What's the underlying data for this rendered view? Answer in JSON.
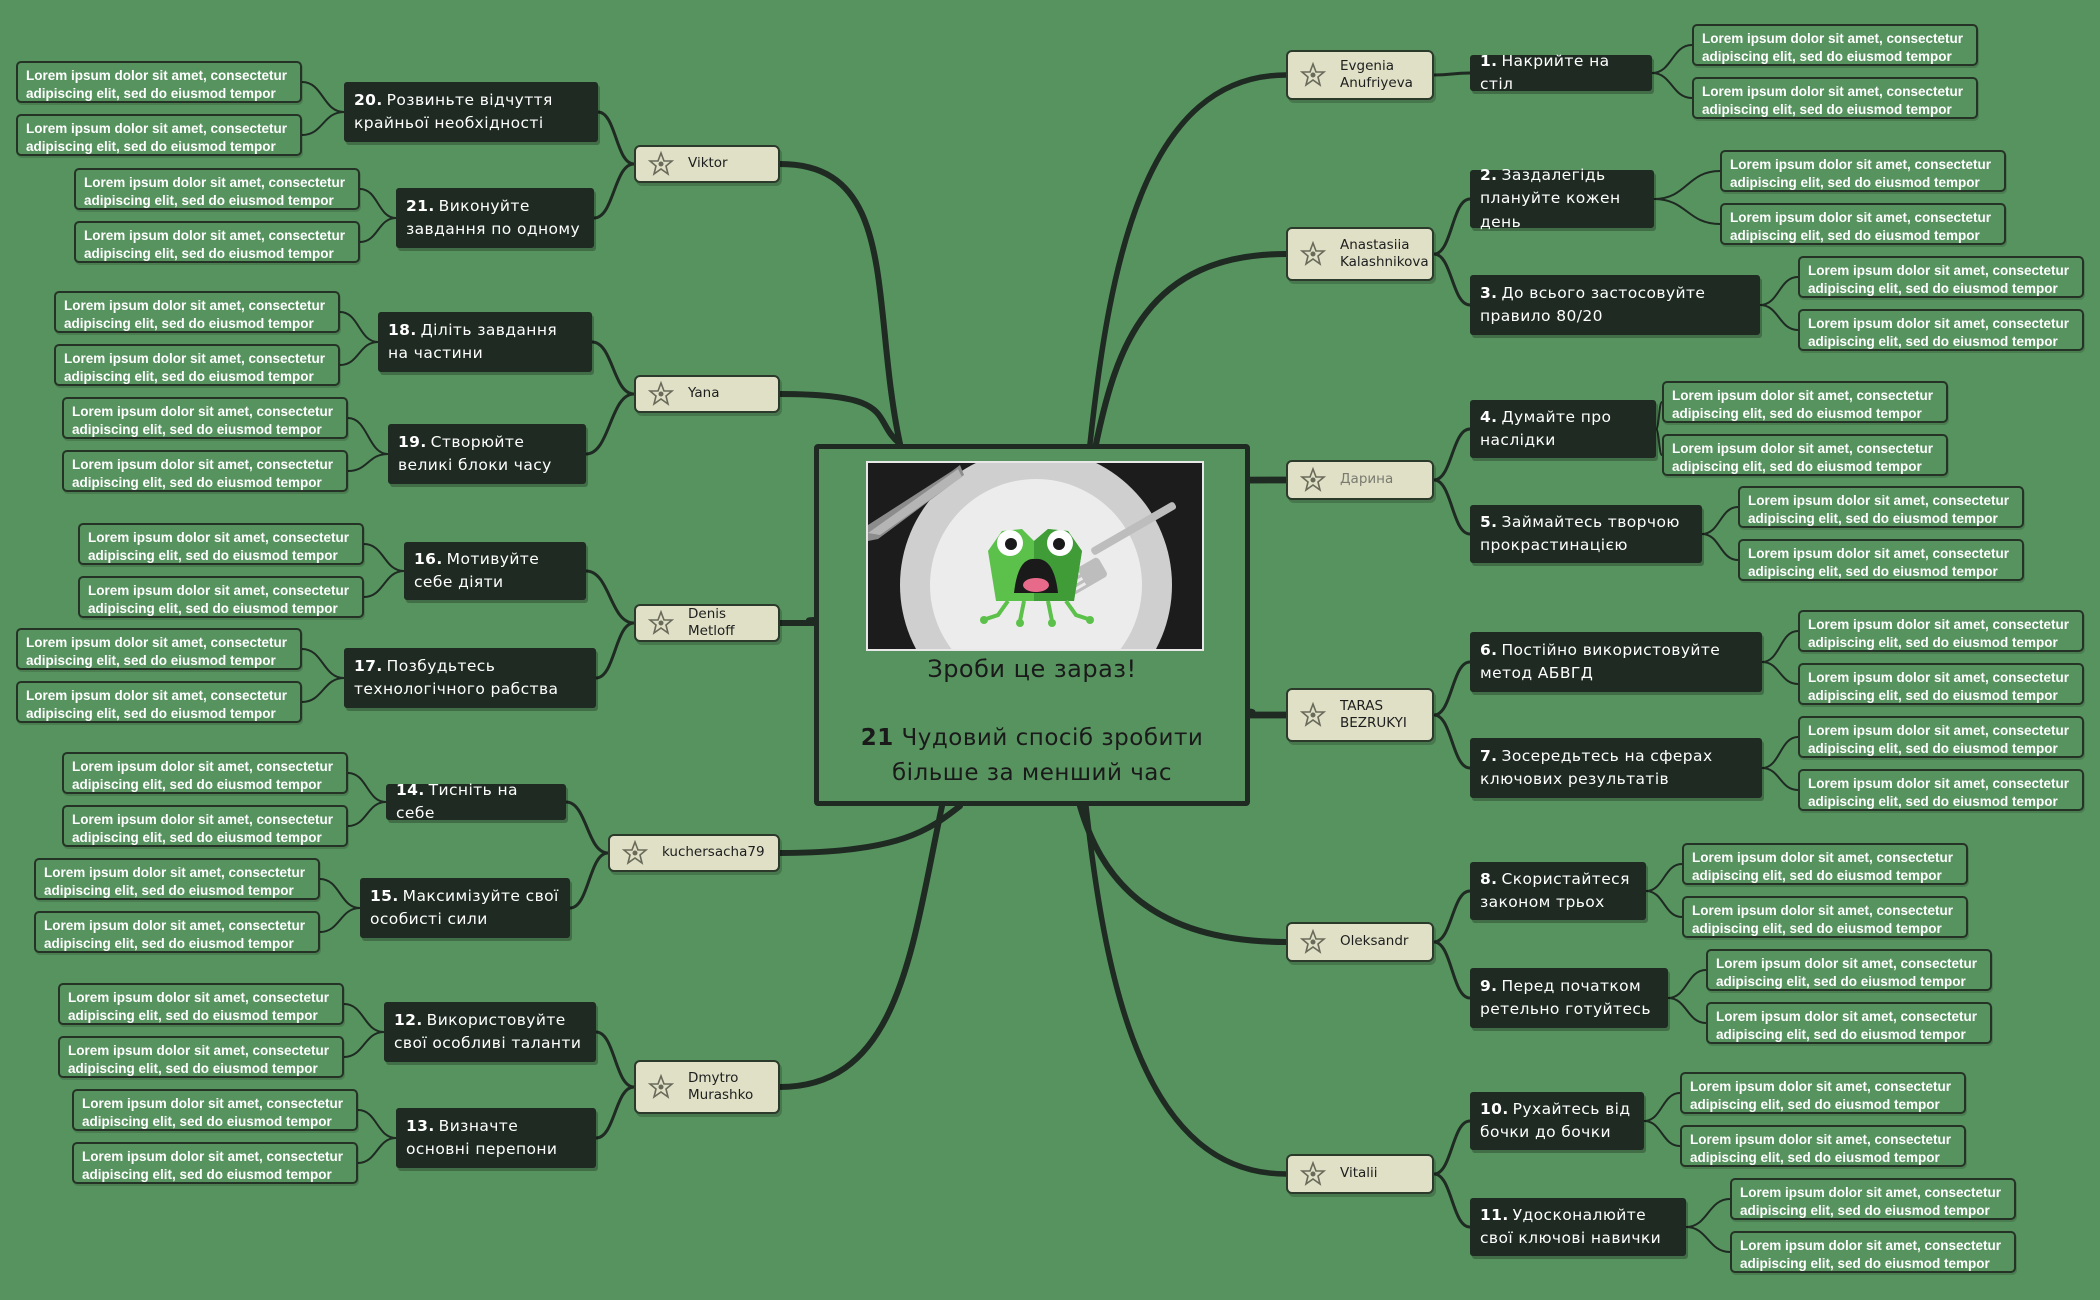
{
  "center": {
    "subtitle": "Зроби це зараз!",
    "title_number": "21",
    "title_text": "Чудовий спосіб зробити більше за менший час"
  },
  "leaf_text": "Lorem ipsum dolor sit amet, consectetur adipiscing elit, sed do eiusmod tempor",
  "colors": {
    "background": "#57935f",
    "tip_fill": "#1e2a22",
    "person_fill": "#dfe0c6",
    "line": "#1e2a22",
    "leaf_text": "#ffffff"
  },
  "people": [
    {
      "name": "Evgenia Anufriyeva",
      "side": "right",
      "icon": "star-icon"
    },
    {
      "name": "Anastasiia Kalashnikova",
      "side": "right",
      "icon": "star-icon"
    },
    {
      "name": "Дарина",
      "side": "right",
      "icon": "star-icon"
    },
    {
      "name": "TARAS BEZRUKYI",
      "side": "right",
      "icon": "star-icon"
    },
    {
      "name": "Oleksandr",
      "side": "right",
      "icon": "star-icon"
    },
    {
      "name": "Vitalii",
      "side": "right",
      "icon": "star-icon"
    },
    {
      "name": "Viktor",
      "side": "left",
      "icon": "star-icon"
    },
    {
      "name": "Yana",
      "side": "left",
      "icon": "star-icon"
    },
    {
      "name": "Denis Metloff",
      "side": "left",
      "icon": "star-icon"
    },
    {
      "name": "kuchersacha79",
      "side": "left",
      "icon": "star-icon"
    },
    {
      "name": "Dmytro Murashko",
      "side": "left",
      "icon": "star-icon"
    }
  ],
  "tips": [
    {
      "num": "1.",
      "text": "Накрийте на стіл"
    },
    {
      "num": "2.",
      "text": "Заздалегідь плануйте кожен день"
    },
    {
      "num": "3.",
      "text": "До всього застосовуйте правило 80/20"
    },
    {
      "num": "4.",
      "text": "Думайте про наслідки"
    },
    {
      "num": "5.",
      "text": "Займайтесь творчою прокрастинацією"
    },
    {
      "num": "6.",
      "text": "Постійно використовуйте метод АБВГД"
    },
    {
      "num": "7.",
      "text": "Зосередьтесь на сферах ключових результатів"
    },
    {
      "num": "8.",
      "text": "Скористайтеся законом трьох"
    },
    {
      "num": "9.",
      "text": "Перед початком ретельно готуйтесь"
    },
    {
      "num": "10.",
      "text": "Рухайтесь від бочки до бочки"
    },
    {
      "num": "11.",
      "text": "Удосконалюйте свої ключові навички"
    },
    {
      "num": "12.",
      "text": "Використовуйте свої особливі таланти"
    },
    {
      "num": "13.",
      "text": "Визначте основні перепони"
    },
    {
      "num": "14.",
      "text": "Тисніть на себе"
    },
    {
      "num": "15.",
      "text": "Максимізуйте свої особисті сили"
    },
    {
      "num": "16.",
      "text": "Мотивуйте себе діяти"
    },
    {
      "num": "17.",
      "text": "Позбудьтесь технологічного рабства"
    },
    {
      "num": "18.",
      "text": "Діліть завдання на частини"
    },
    {
      "num": "19.",
      "text": "Створюйте великі блоки часу"
    },
    {
      "num": "20.",
      "text": "Розвиньте відчуття крайньої необхідності"
    },
    {
      "num": "21.",
      "text": "Виконуйте завдання по одному"
    }
  ]
}
